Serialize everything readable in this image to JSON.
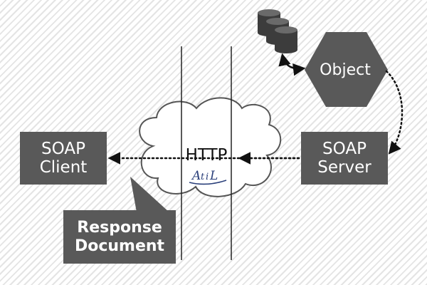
{
  "diagram": {
    "soap_client": {
      "line1": "SOAP",
      "line2": "Client"
    },
    "soap_server": {
      "line1": "SOAP",
      "line2": "Server"
    },
    "object": {
      "label": "Object"
    },
    "protocol": {
      "label": "HTTP"
    },
    "response_document": {
      "line1": "Response",
      "line2": "Document"
    },
    "logo": {
      "text": "AtiL"
    }
  },
  "colors": {
    "box_fill": "#595959",
    "cloud_fill": "#ffffff",
    "cloud_stroke": "#555555",
    "database_fill": "#3c3c3c",
    "text_dark": "#111111",
    "logo_color": "#2a3f7a"
  },
  "icons": [
    "database-icon",
    "cloud-icon",
    "object-hexagon",
    "ati-logo"
  ]
}
